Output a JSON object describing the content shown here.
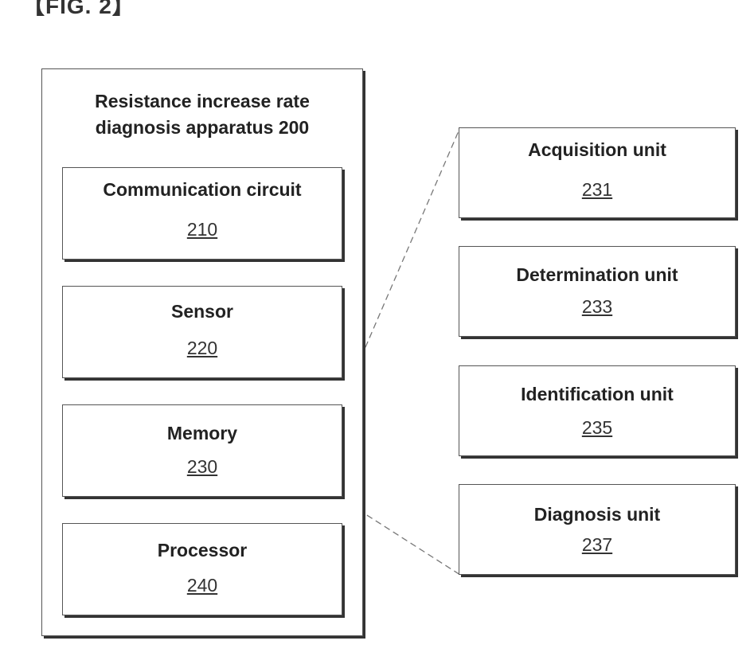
{
  "figure_label": "【FIG. 2】",
  "apparatus": {
    "title_line1": "Resistance increase rate",
    "title_line2": "diagnosis apparatus 200"
  },
  "components": [
    {
      "label": "Communication circuit",
      "ref": "210"
    },
    {
      "label": "Sensor",
      "ref": "220"
    },
    {
      "label": "Memory",
      "ref": "230"
    },
    {
      "label": "Processor",
      "ref": "240"
    }
  ],
  "units": [
    {
      "label": "Acquisition unit",
      "ref": "231"
    },
    {
      "label": "Determination unit",
      "ref": "233"
    },
    {
      "label": "Identification unit",
      "ref": "235"
    },
    {
      "label": "Diagnosis unit",
      "ref": "237"
    }
  ],
  "colors": {
    "border": "#555555",
    "shadow": "#333333",
    "dashed_line": "#777777"
  }
}
